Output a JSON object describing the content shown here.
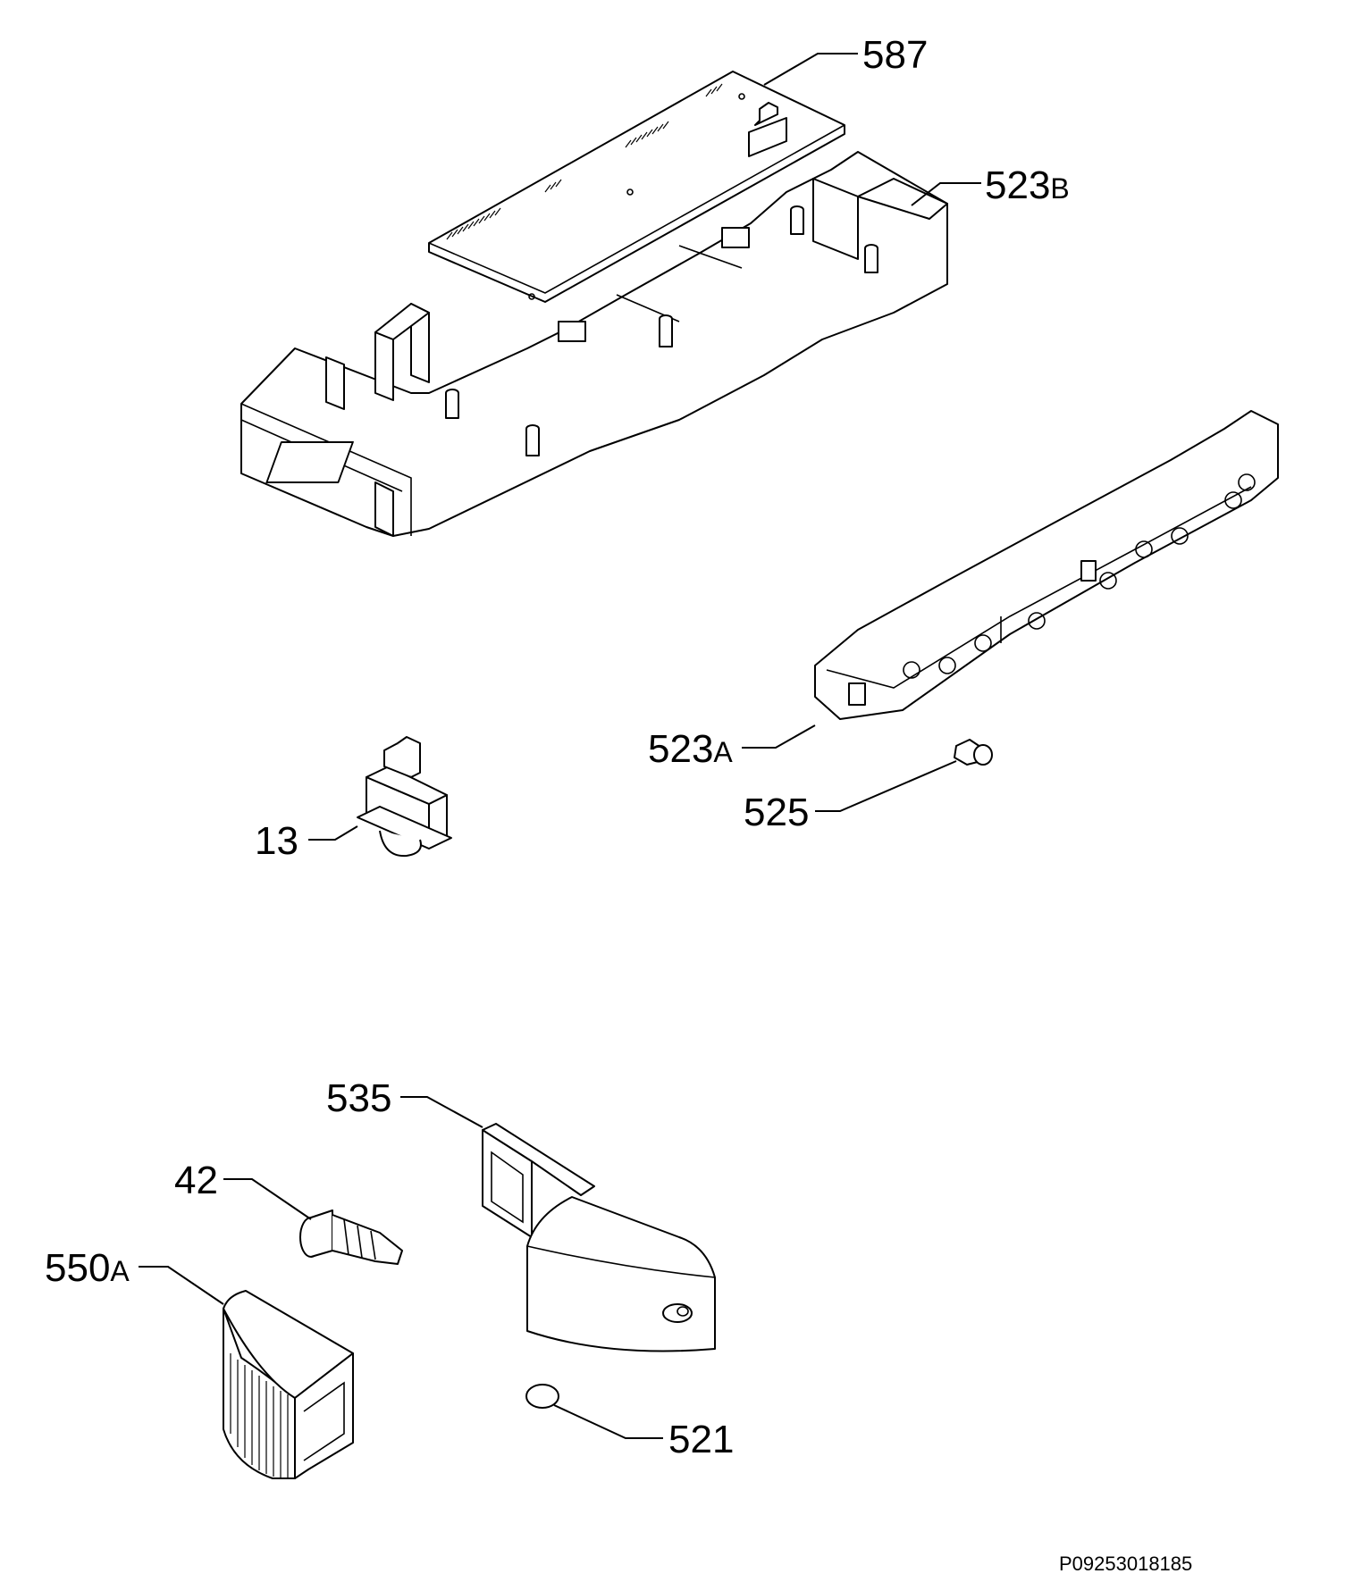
{
  "parts": [
    {
      "id": "587",
      "number": "587",
      "suffix": ""
    },
    {
      "id": "523B",
      "number": "523",
      "suffix": "B"
    },
    {
      "id": "523A",
      "number": "523",
      "suffix": "A"
    },
    {
      "id": "525",
      "number": "525",
      "suffix": ""
    },
    {
      "id": "13",
      "number": "13",
      "suffix": ""
    },
    {
      "id": "535",
      "number": "535",
      "suffix": ""
    },
    {
      "id": "42",
      "number": "42",
      "suffix": ""
    },
    {
      "id": "550A",
      "number": "550",
      "suffix": "A"
    },
    {
      "id": "521",
      "number": "521",
      "suffix": ""
    }
  ],
  "drawing_code": "P09253018185"
}
